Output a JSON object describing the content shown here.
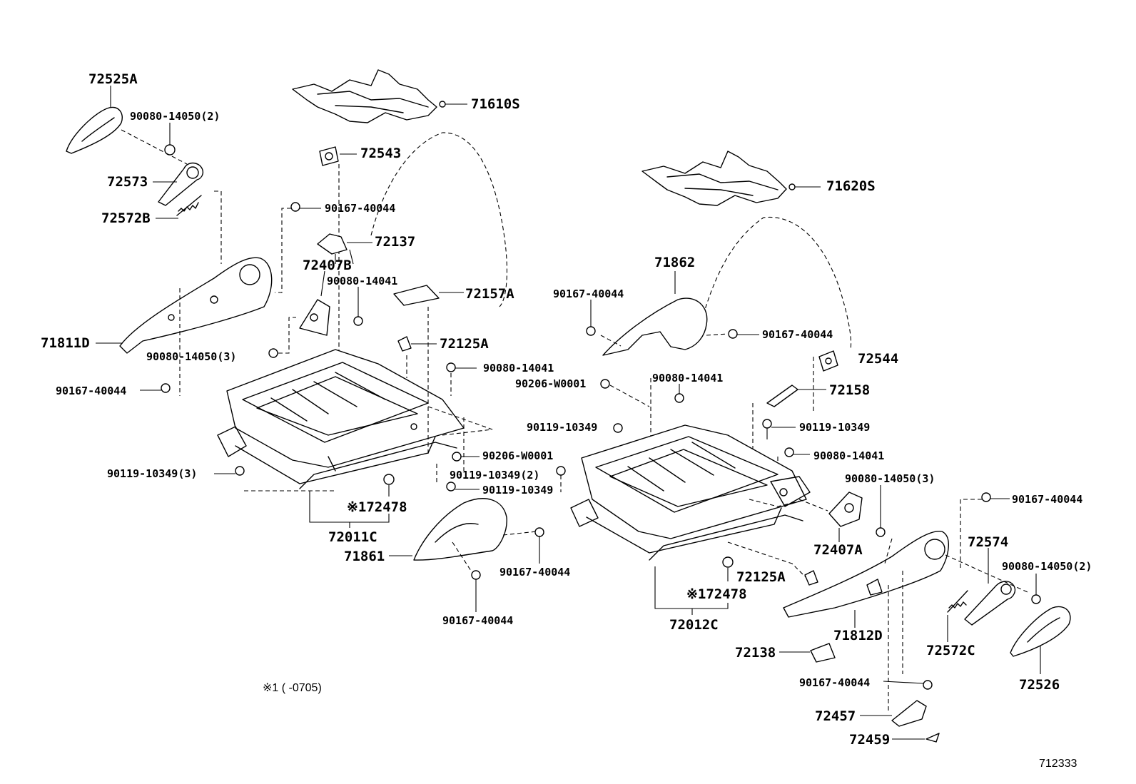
{
  "labels": {
    "l72525A": "72525A",
    "l90080_14050_2_top": "90080-14050(2)",
    "l72573": "72573",
    "l72572B": "72572B",
    "l71811D": "71811D",
    "l90167_40044_left": "90167-40044",
    "l90080_14050_3_left": "90080-14050(3)",
    "l71610S": "71610S",
    "l72543": "72543",
    "l90167_40044_a": "90167-40044",
    "l72137": "72137",
    "l72407B": "72407B",
    "l90080_14041_a": "90080-14041",
    "l72157A": "72157A",
    "l72125A_a": "72125A",
    "l90080_14041_b": "90080-14041",
    "l90206_W0001_a": "90206-W0001",
    "l90206_W0001_b": "90206-W0001",
    "l90119_10349_3": "90119-10349(3)",
    "l90119_10349_2": "90119-10349(2)",
    "l90119_10349_a": "90119-10349",
    "l72478_a": "※172478",
    "l72011C": "72011C",
    "l71861": "71861",
    "l90167_40044_b": "90167-40044",
    "l90167_40044_c": "90167-40044",
    "l71620S": "71620S",
    "l71862": "71862",
    "l90167_40044_d": "90167-40044",
    "l90167_40044_e": "90167-40044",
    "l90080_14041_c": "90080-14041",
    "l72544": "72544",
    "l72158": "72158",
    "l90119_10349_b": "90119-10349",
    "l90119_10349_c": "90119-10349",
    "l90080_14041_d": "90080-14041",
    "l90080_14050_3_right": "90080-14050(3)",
    "l90167_40044_f": "90167-40044",
    "l72407A": "72407A",
    "l72574": "72574",
    "l90080_14050_2_right": "90080-14050(2)",
    "l72125A_b": "72125A",
    "l72478_b": "※172478",
    "l72012C": "72012C",
    "l71812D": "71812D",
    "l72572C": "72572C",
    "l72138": "72138",
    "l72526": "72526",
    "l90167_40044_g": "90167-40044",
    "l72457": "72457",
    "l72459": "72459"
  },
  "footnote": "※1 (       -0705)",
  "figure_id": "712333"
}
